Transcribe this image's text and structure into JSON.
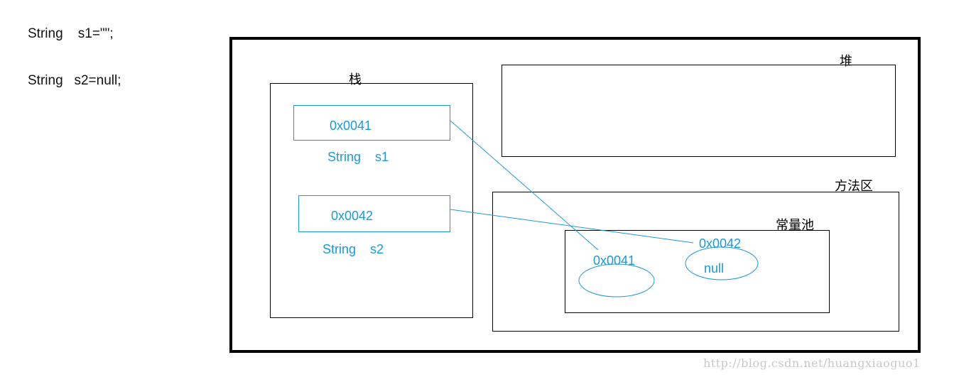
{
  "code": {
    "line1": "String    s1=\"\";",
    "line2": "String   s2=null;"
  },
  "labels": {
    "stack": "栈",
    "heap": "堆",
    "method_area": "方法区",
    "constant_pool": "常量池"
  },
  "stack": {
    "s1": {
      "address": "0x0041",
      "variable": "String    s1"
    },
    "s2": {
      "address": "0x0042",
      "variable": "String    s2"
    }
  },
  "constant_pool": {
    "entry1": {
      "address": "0x0041",
      "value": ""
    },
    "entry2": {
      "address": "0x0042",
      "value": "null"
    }
  },
  "watermark": "http://blog.csdn.net/huangxiaoguo1",
  "colors": {
    "accent": "#1a9ad6",
    "border": "#000000",
    "watermark": "#c8c8c8"
  }
}
